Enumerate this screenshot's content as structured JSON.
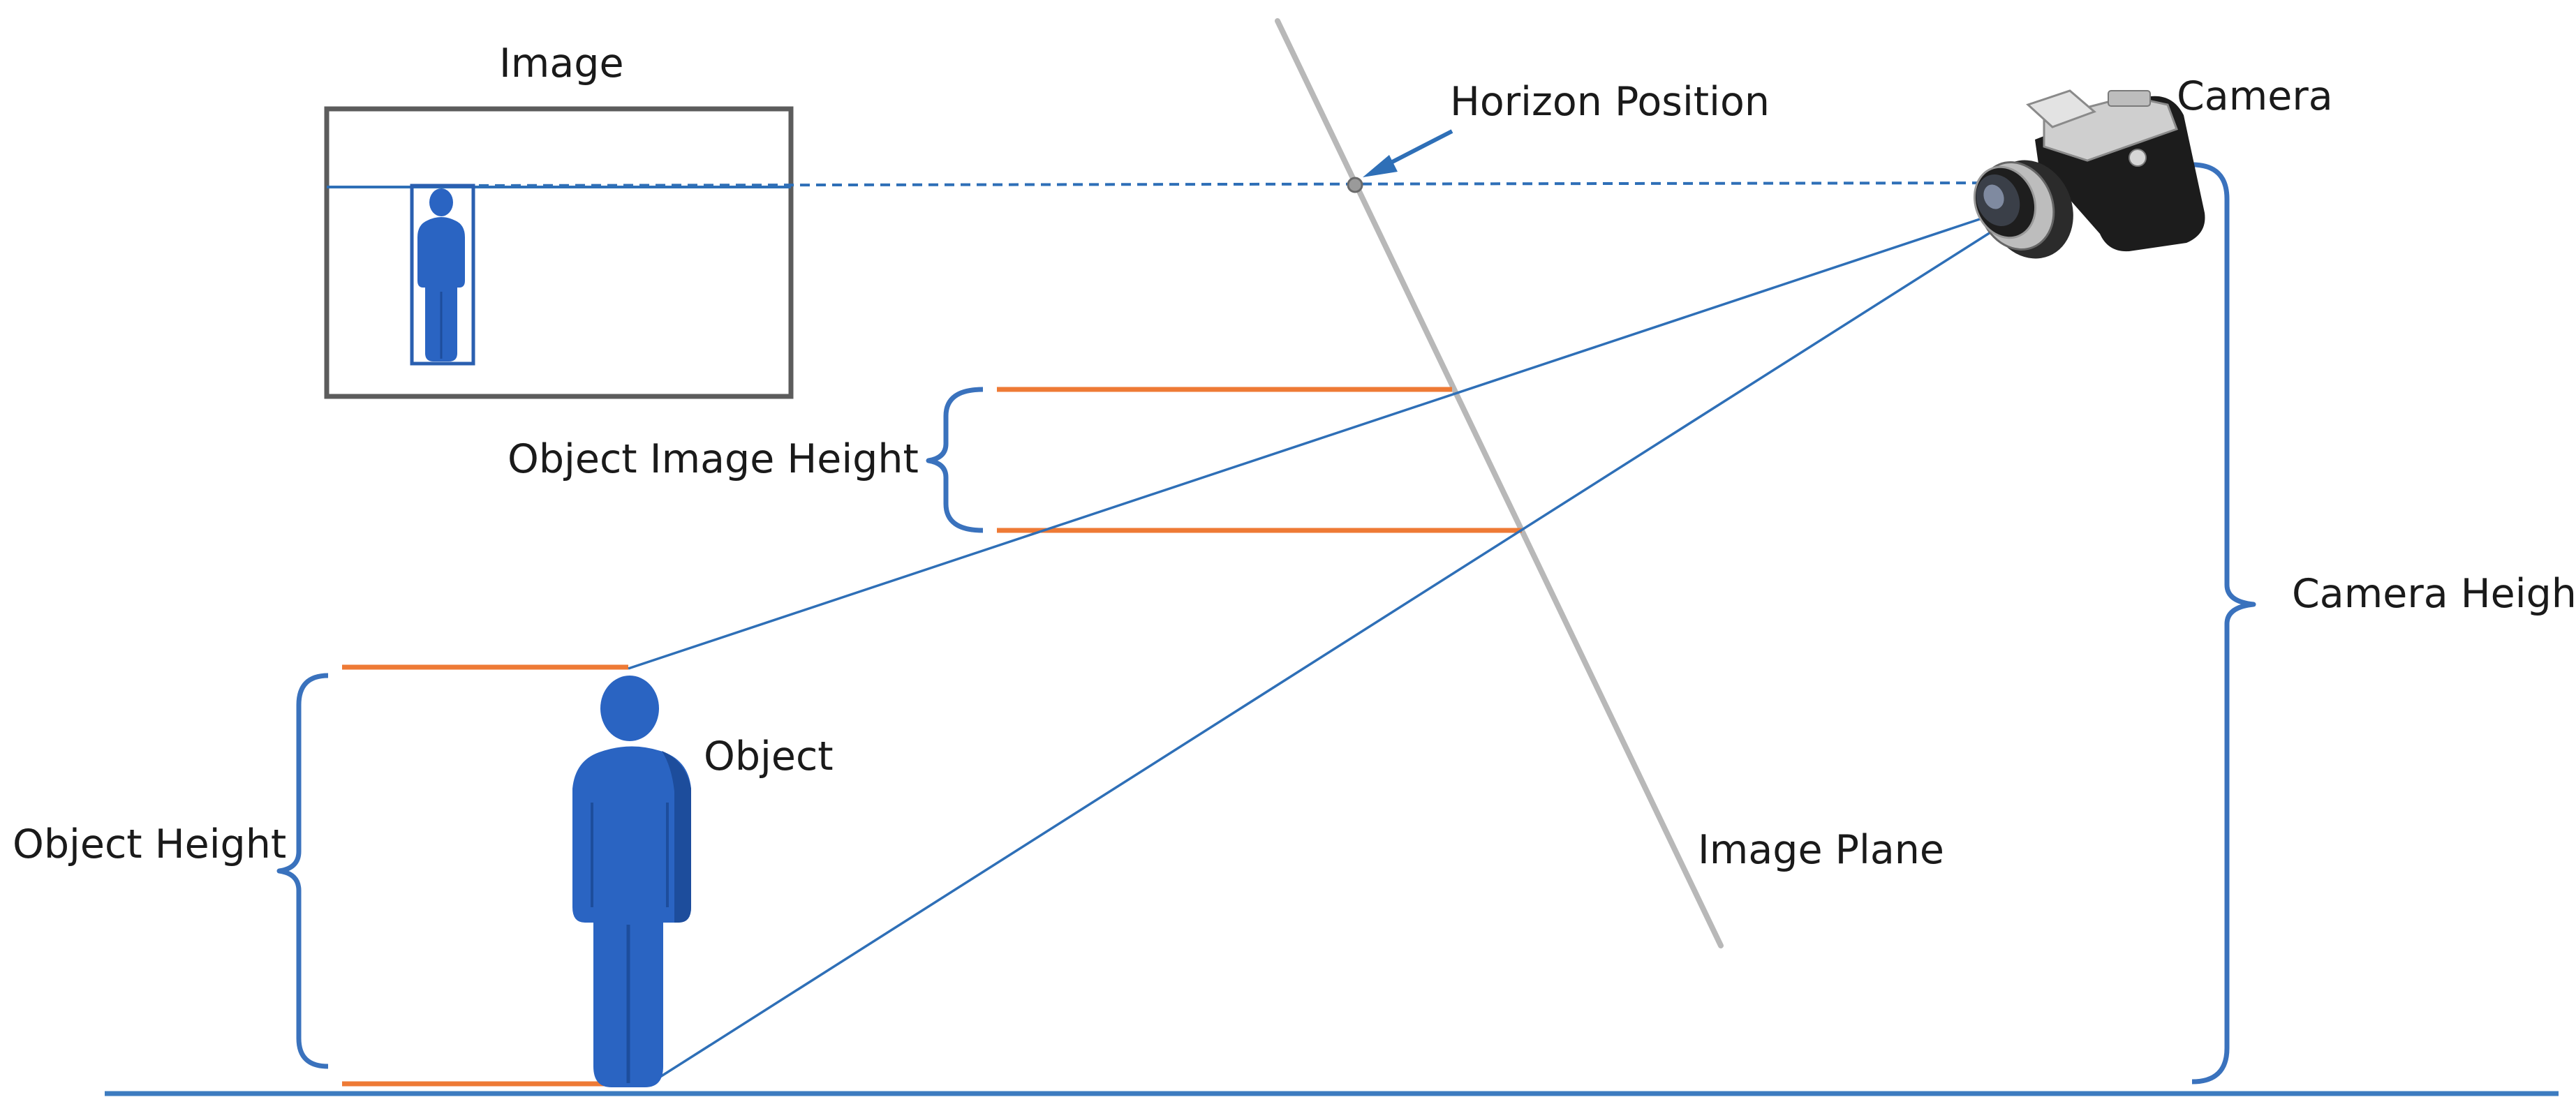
{
  "labels": {
    "image": "Image",
    "horizon_position": "Horizon Position",
    "camera": "Camera",
    "object_image_height": "Object Image Height",
    "camera_height": "Camera Height",
    "object": "Object",
    "image_plane": "Image Plane",
    "object_height": "Object Height"
  },
  "colors": {
    "projection_line": "#2e6fb7",
    "figure_blue": "#2a64c2",
    "figure_blue_dark": "#1d4d9c",
    "bracket": "#3a72bd",
    "height_marker": "#ee7a35",
    "image_plane": "#b8b8b8",
    "image_frame": "#5c5c5c",
    "ground": "#3d7cc0",
    "camera_body": "#1c1c1c",
    "camera_metal": "#c9c9c9"
  },
  "icons": {
    "object_figure": "person-figure-icon",
    "thumbnail_figure": "person-figure-icon",
    "camera": "camera-icon",
    "horizon_point": "horizon-point-marker"
  }
}
